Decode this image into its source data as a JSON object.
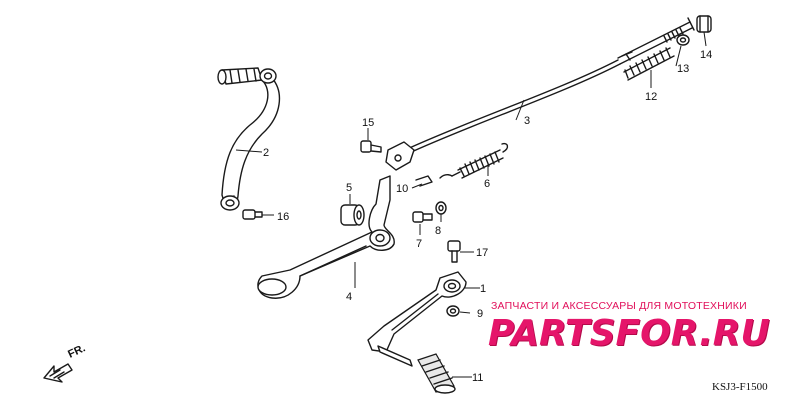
{
  "callouts": {
    "c1": "1",
    "c2": "2",
    "c3": "3",
    "c4": "4",
    "c5": "5",
    "c6": "6",
    "c7": "7",
    "c8": "8",
    "c9": "9",
    "c10": "10",
    "c11": "11",
    "c12": "12",
    "c13": "13",
    "c14": "14",
    "c15": "15",
    "c16": "16",
    "c17": "17"
  },
  "direction": "FR.",
  "watermark": {
    "caption": "ЗАПЧАСТИ И АКСЕССУАРЫ ДЛЯ МОТОТЕХНИКИ",
    "logo": "PARTSFOR.RU",
    "color": "#e5156a"
  },
  "diagram_code": "KSJ3-F1500"
}
